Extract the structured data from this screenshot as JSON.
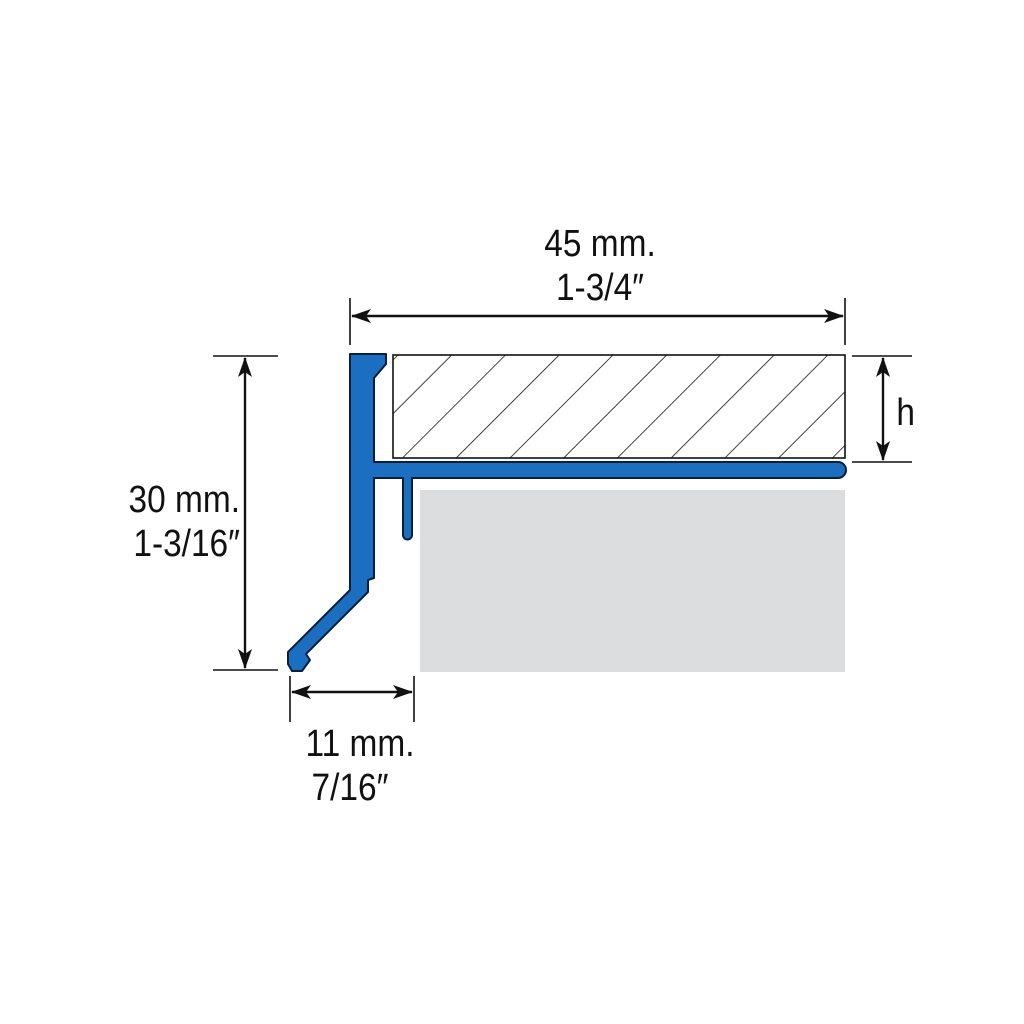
{
  "dimensions": {
    "width": {
      "metric": "45 mm.",
      "imperial": "1-3/4″"
    },
    "height": {
      "metric": "30 mm.",
      "imperial": "1-3/16″"
    },
    "depth": {
      "metric": "11 mm.",
      "imperial": "7/16″"
    },
    "thickness": {
      "symbol": "h"
    }
  },
  "colors": {
    "profile": "#1b6fc0",
    "profile_outline": "#0a1e3a",
    "substrate": "#dcdddf",
    "hatch": "#111111",
    "dimension_line": "#111111"
  }
}
